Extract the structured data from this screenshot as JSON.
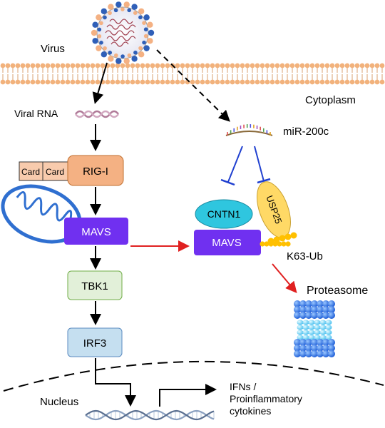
{
  "labels": {
    "virus": "Virus",
    "cytoplasm": "Cytoplasm",
    "viral_rna": "Viral RNA",
    "mir200c": "miR-200c",
    "card1": "Card",
    "card2": "Card",
    "rigi": "RIG-I",
    "mavs_left": "MAVS",
    "mavs_right": "MAVS",
    "cntn1": "CNTN1",
    "usp25": "USP25",
    "k63ub": "K63-Ub",
    "proteasome": "Proteasome",
    "tbk1": "TBK1",
    "irf3": "IRF3",
    "nucleus": "Nucleus",
    "output_line1": "IFNs /",
    "output_line2": "Proinflammatory",
    "output_line3": "cytokines"
  },
  "colors": {
    "membrane_head": "#f2b27c",
    "rig_i": "#f4b183",
    "card": "#f8cbad",
    "mavs": "#7030f0",
    "tbk1": "#e2f0d9",
    "irf3": "#c5dff0",
    "cntn1": "#2fc6df",
    "usp25": "#ffd966",
    "ubiquitin": "#ffc000",
    "red_arrow": "#e02020",
    "inhibit": "#2040d0",
    "mitochondrion": "#2f6fd0",
    "proteasome": "#3a7be0"
  }
}
